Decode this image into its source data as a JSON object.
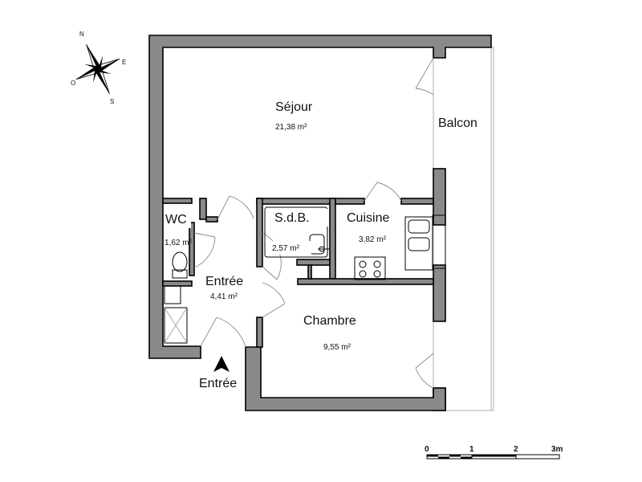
{
  "compass": {
    "north": "N",
    "east": "E",
    "south": "S",
    "west": "O"
  },
  "rooms": {
    "sejour": {
      "name": "Séjour",
      "area": "21,38 m²"
    },
    "balcon": {
      "name": "Balcon"
    },
    "wc": {
      "name": "WC",
      "area": "1,62 m²"
    },
    "sdb": {
      "name": "S.d.B.",
      "area": "2,57 m²"
    },
    "cuisine": {
      "name": "Cuisine",
      "area": "3,82 m²"
    },
    "entree": {
      "name": "Entrée",
      "area": "4,41 m²"
    },
    "chambre": {
      "name": "Chambre",
      "area": "9,55 m²"
    }
  },
  "entrance": {
    "label": "Entrée"
  },
  "scale": {
    "ticks": [
      "0",
      "1",
      "2",
      "3m"
    ]
  }
}
